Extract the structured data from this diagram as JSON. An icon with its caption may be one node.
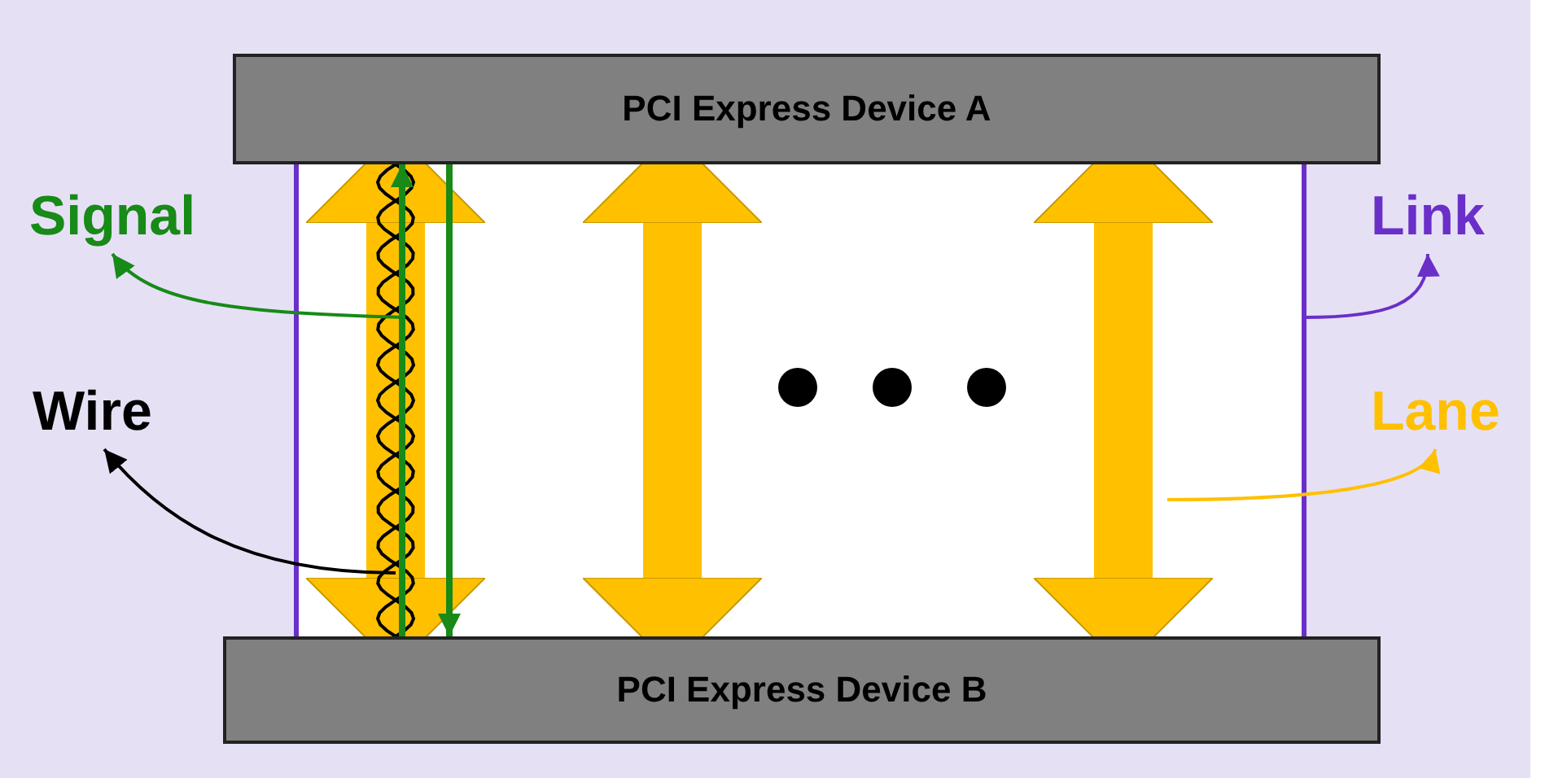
{
  "diagram": {
    "nodes": [
      {
        "text": [
          "PCI Express Device A"
        ]
      },
      {
        "text": [
          "PCI Express Device B"
        ]
      },
      {
        "text": [
          "Signal"
        ]
      },
      {
        "text": [
          "Wire"
        ]
      },
      {
        "text": [
          "Link"
        ]
      },
      {
        "text": [
          "Lane"
        ]
      }
    ],
    "edges": [
      {
        "from": 0,
        "to": 1,
        "arrow": "none",
        "color": "#6a2fc8"
      },
      {
        "from": 0,
        "to": 1,
        "arrow": "both",
        "style": "thick",
        "color": "#ffc000"
      },
      {
        "from": 0,
        "to": 1,
        "arrow": "none",
        "color": "#000000"
      },
      {
        "from": 0,
        "to": 1,
        "arrow": "none",
        "color": "#000000"
      },
      {
        "from": 1,
        "to": 0,
        "arrow": "to",
        "color": "#178a17"
      },
      {
        "from": 0,
        "to": 1,
        "arrow": "to",
        "color": "#178a17"
      },
      {
        "from": 0,
        "to": 1,
        "arrow": "both",
        "style": "thick",
        "color": "#ffc000"
      },
      {
        "from": 0,
        "to": 1,
        "arrow": "both",
        "style": "thick",
        "color": "#ffc000"
      },
      {
        "from": 0,
        "to": 1,
        "arrow": "none",
        "color": "#6a2fc8"
      },
      {
        "from": null,
        "to": 2,
        "arrow": "to",
        "color": "#178a17"
      },
      {
        "from": null,
        "to": 3,
        "arrow": "to",
        "color": "#000000"
      },
      {
        "from": null,
        "to": 4,
        "arrow": "to",
        "color": "#6a2fc8"
      },
      {
        "from": null,
        "to": 5,
        "arrow": "to",
        "color": "#ffc000"
      }
    ]
  }
}
